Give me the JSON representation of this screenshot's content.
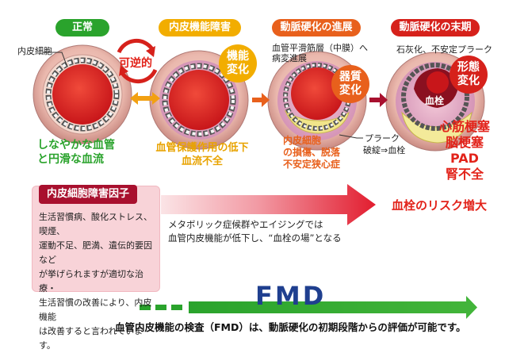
{
  "stages": [
    {
      "label": "正常",
      "color": "#2aa32c"
    },
    {
      "label": "内皮機能障害",
      "color": "#f2ad00"
    },
    {
      "label": "動脈硬化の進展",
      "color": "#e8601c"
    },
    {
      "label": "動脈硬化の末期",
      "color": "#d6211b"
    }
  ],
  "reversible": "可逆的",
  "naihi_saibou": "内皮細胞",
  "normal_caption": [
    "しなやかな血管",
    "と円滑な血流"
  ],
  "stage2_badge": [
    "機能",
    "変化"
  ],
  "stage2_caption": [
    "血管保護作用の低下",
    "血流不全"
  ],
  "stage3_top": [
    "血管平滑筋層（中膜）へ",
    "病変進展"
  ],
  "stage3_badge": [
    "器質",
    "変化"
  ],
  "stage3_caption": [
    "内皮細胞",
    "の損傷、脱落",
    "不安定狭心症"
  ],
  "plaque_label": "プラーク",
  "rupture_label": "破綻⇒血栓",
  "stage4_top": "石灰化、不安定プラーク",
  "stage4_badge": [
    "形態",
    "変化"
  ],
  "clot_label": "血栓",
  "diseases": [
    "心筋梗塞",
    "脳梗塞",
    "PAD",
    "腎不全"
  ],
  "factor_title": "内皮細胞障害因子",
  "factor_lines": [
    "生活習慣病、酸化ストレス、喫煙、",
    "運動不足、肥満、遺伝的要因など",
    "が挙げられますが適切な治療・",
    "生活習慣の改善により、内皮機能",
    "は改善すると言われています。"
  ],
  "metabolic_lines": [
    "メタボリック症候群やエイジングでは",
    "血管内皮機能が低下し、“血栓の場”となる"
  ],
  "risk_label": "血栓のリスク増大",
  "fmd_label": "FMD",
  "bottom_text": "血管内皮機能の検査（FMD）は、動脈硬化の初期段階からの評価が可能です。",
  "colors": {
    "green": "#2aa32c",
    "gold": "#f2ad00",
    "orange": "#e8601c",
    "red": "#d6211b",
    "navy": "#1f3f8f"
  }
}
